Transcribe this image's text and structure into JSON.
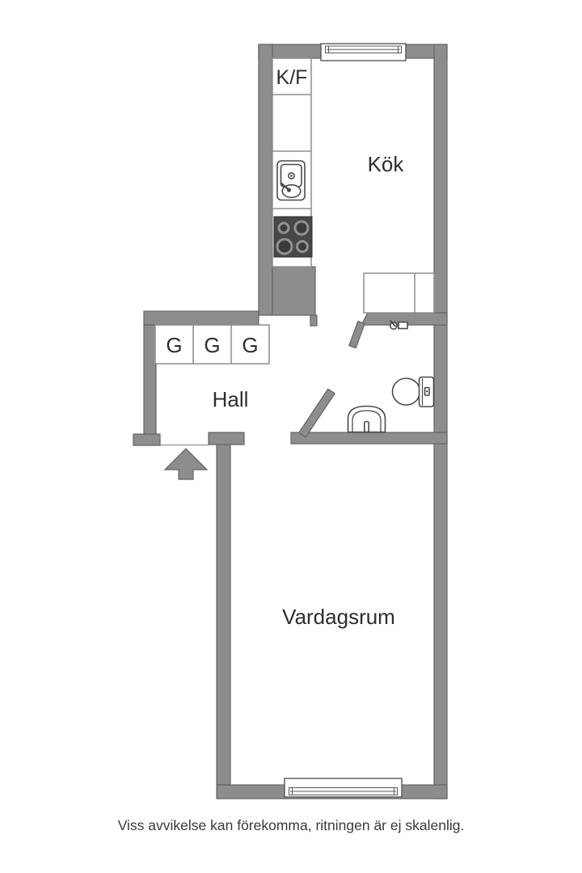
{
  "floorplan": {
    "rooms": {
      "kitchen": "Kök",
      "hall": "Hall",
      "living_room": "Vardagsrum"
    },
    "labels": {
      "fridge_freezer": "K/F",
      "wardrobe_1": "G",
      "wardrobe_2": "G",
      "wardrobe_3": "G"
    },
    "disclaimer": "Viss avvikelse kan förekomma, ritningen är ej skalenlig.",
    "colors": {
      "wall_fill": "#8d8d8d",
      "wall_outline": "#646464",
      "fixture_outline": "#4a4a4a",
      "stove_fill": "#474747",
      "burner_ring": "#929292",
      "burner_center": "#3b3b3b",
      "label_text": "#2e2e2e",
      "disclaimer_text": "#3a3a3a",
      "background": "#ffffff"
    },
    "icons": [
      "window-icon",
      "kitchen-sink-icon",
      "stove-icon",
      "fridge-freezer-cabinet",
      "counter-icon",
      "wardrobe-icon",
      "door-leaf-icon",
      "toilet-icon",
      "washbasin-icon",
      "tap-icon",
      "entrance-arrow-icon"
    ]
  }
}
